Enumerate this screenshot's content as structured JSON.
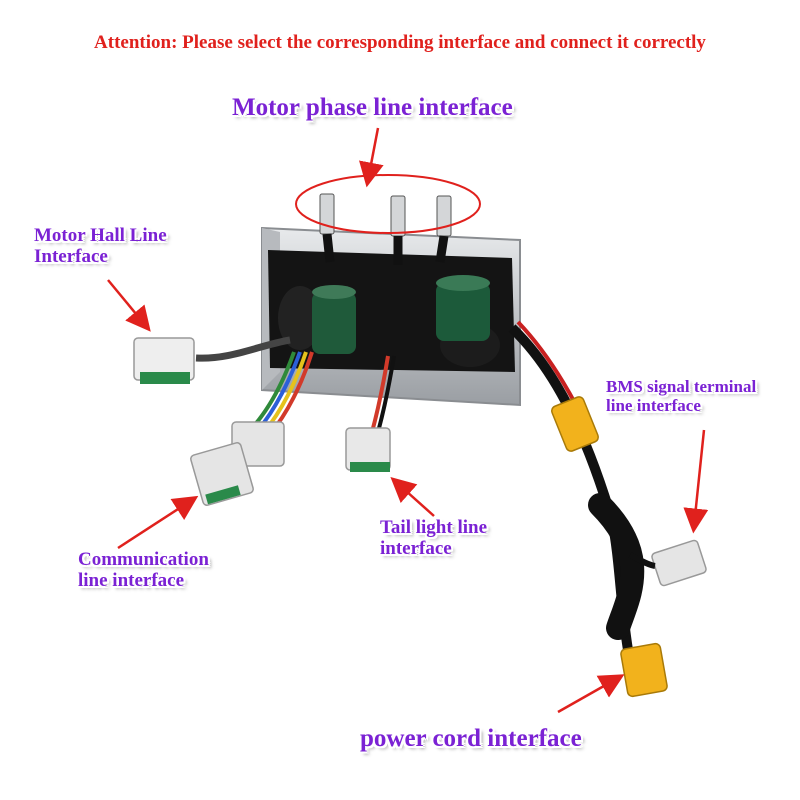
{
  "attention": "Attention: Please select the corresponding interface and connect it correctly",
  "labels": {
    "motor_phase": "Motor phase line interface",
    "motor_hall": [
      "Motor Hall Line",
      "Interface"
    ],
    "bms": [
      "BMS signal terminal",
      "line interface"
    ],
    "tail_light": [
      "Tail light line",
      "interface"
    ],
    "communication": [
      "Communication",
      "line interface"
    ],
    "power": "power cord interface"
  },
  "colors": {
    "attention": "#e0211d",
    "label": "#7b22d4",
    "arrow": "#e0211d",
    "heatsink": "#c9ccd0",
    "board": "#141414",
    "connector_yellow": "#f2b21c"
  }
}
